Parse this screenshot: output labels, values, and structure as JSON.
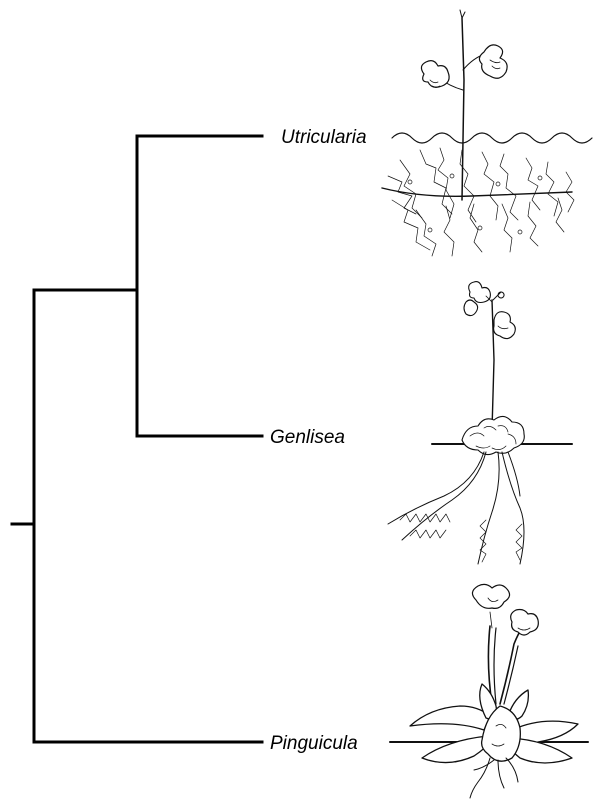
{
  "tree": {
    "taxa": [
      {
        "id": "utricularia",
        "label": "Utricularia"
      },
      {
        "id": "genlisea",
        "label": "Genlisea"
      },
      {
        "id": "pinguicula",
        "label": "Pinguicula"
      }
    ]
  },
  "illustrations": [
    {
      "taxon": "Utricularia",
      "icon": "utricularia-drawing",
      "habitat": "aquatic"
    },
    {
      "taxon": "Genlisea",
      "icon": "genlisea-drawing",
      "habitat": "terrestrial"
    },
    {
      "taxon": "Pinguicula",
      "icon": "pinguicula-drawing",
      "habitat": "terrestrial"
    }
  ]
}
